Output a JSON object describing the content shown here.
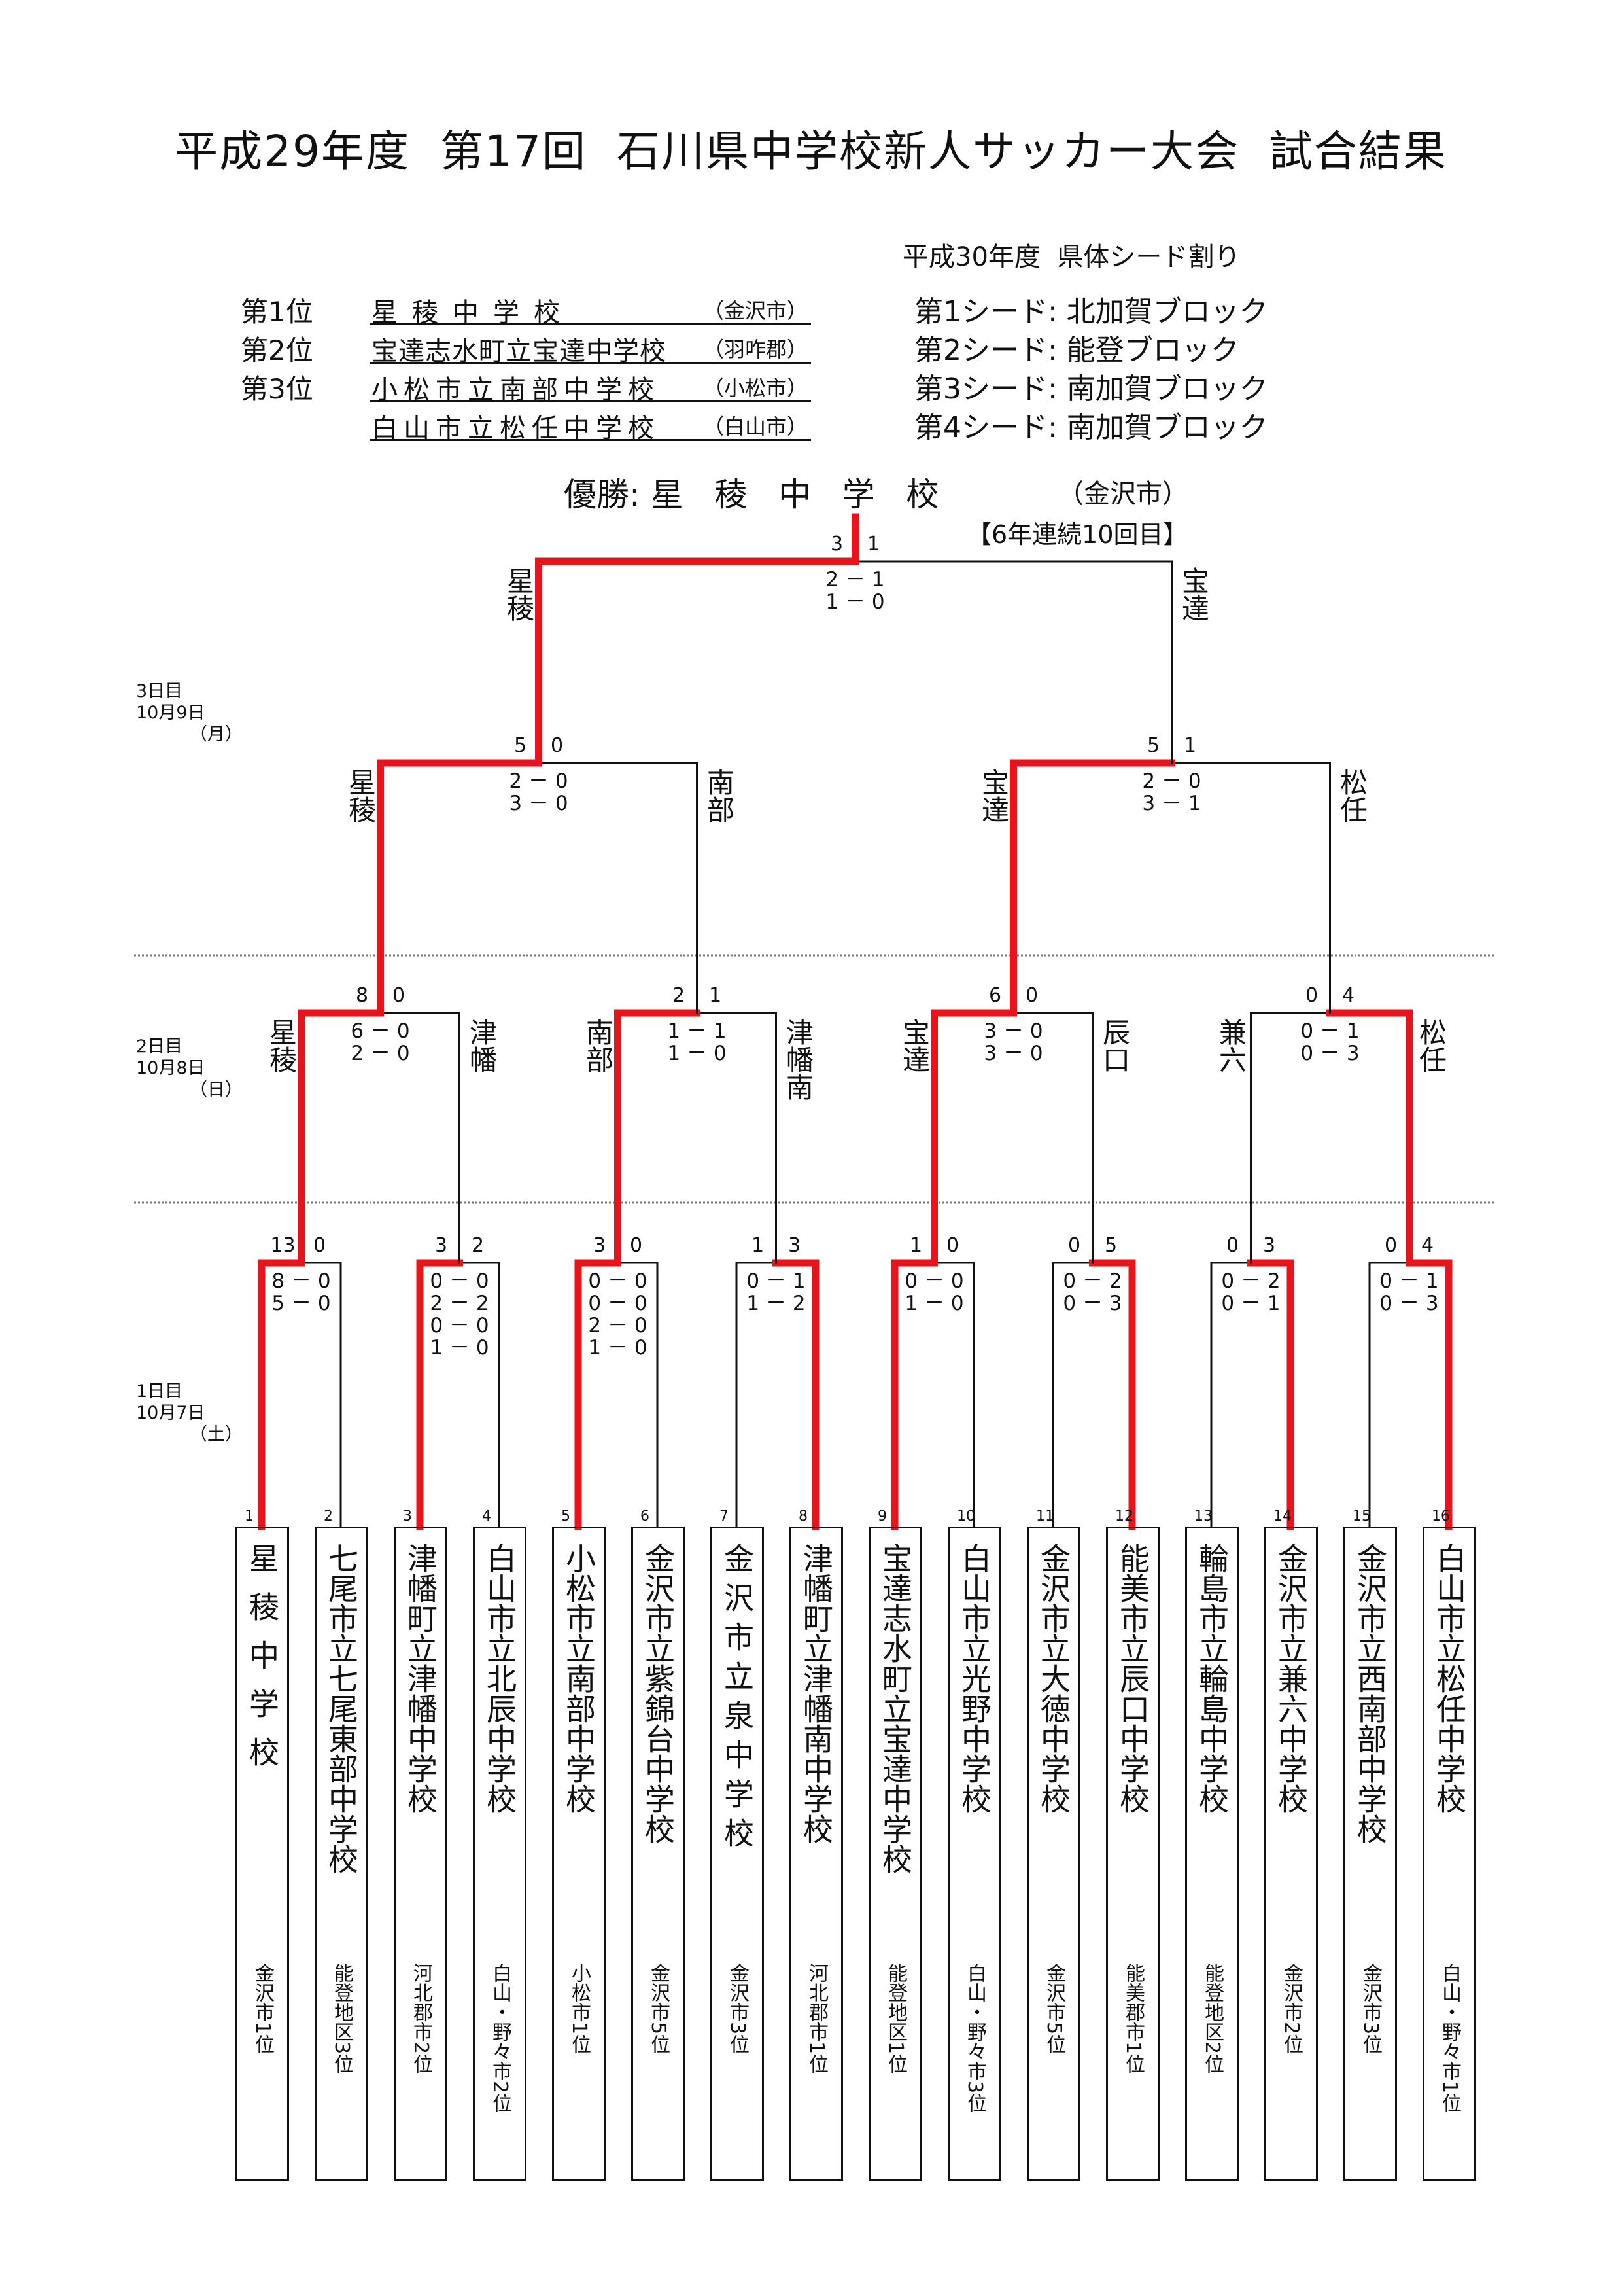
{
  "title": "平成29年度  第17回  石川県中学校新人サッカー大会  試合結果",
  "rankings": [
    {
      "label": "第1位",
      "name": "星稜中学校",
      "city": "（金沢市）"
    },
    {
      "label": "第2位",
      "name": "宝達志水町立宝達中学校",
      "city": "（羽咋郡）"
    },
    {
      "label": "第3位",
      "name": "小松市立南部中学校",
      "city": "（小松市）"
    },
    {
      "label": "",
      "name": "白山市立松任中学校",
      "city": "（白山市）"
    }
  ],
  "seeds": {
    "heading": "平成30年度  県体シード割り",
    "items": [
      "第1シード: 北加賀ブロック",
      "第2シード: 能登ブロック",
      "第3シード: 南加賀ブロック",
      "第4シード: 南加賀ブロック"
    ]
  },
  "winner": {
    "label": "優勝: 星   稜   中   学   校",
    "city": "（金沢市）",
    "streak": "【6年連続10回目】"
  },
  "days": [
    {
      "day": "3日目",
      "date": "10月9日",
      "dow": "（月）"
    },
    {
      "day": "2日目",
      "date": "10月8日",
      "dow": "（日）"
    },
    {
      "day": "1日目",
      "date": "10月7日",
      "dow": "（土）"
    }
  ],
  "teams": [
    {
      "num": "1",
      "name": "星稜中学校",
      "rank": "金沢市1位"
    },
    {
      "num": "2",
      "name": "七尾市立七尾東部中学校",
      "rank": "能登地区3位"
    },
    {
      "num": "3",
      "name": "津幡町立津幡中学校",
      "rank": "河北郡市2位"
    },
    {
      "num": "4",
      "name": "白山市立北辰中学校",
      "rank": "白山・野々市2位"
    },
    {
      "num": "5",
      "name": "小松市立南部中学校",
      "rank": "小松市1位"
    },
    {
      "num": "6",
      "name": "金沢市立紫錦台中学校",
      "rank": "金沢市5位"
    },
    {
      "num": "7",
      "name": "金沢市立泉中学校",
      "rank": "金沢市3位"
    },
    {
      "num": "8",
      "name": "津幡町立津幡南中学校",
      "rank": "河北郡市1位"
    },
    {
      "num": "9",
      "name": "宝達志水町立宝達中学校",
      "rank": "能登地区1位"
    },
    {
      "num": "10",
      "name": "白山市立光野中学校",
      "rank": "白山・野々市3位"
    },
    {
      "num": "11",
      "name": "金沢市立大徳中学校",
      "rank": "金沢市5位"
    },
    {
      "num": "12",
      "name": "能美市立辰口中学校",
      "rank": "能美郡市1位"
    },
    {
      "num": "13",
      "name": "輪島市立輪島中学校",
      "rank": "能登地区2位"
    },
    {
      "num": "14",
      "name": "金沢市立兼六中学校",
      "rank": "金沢市2位"
    },
    {
      "num": "15",
      "name": "金沢市立西南部中学校",
      "rank": "金沢市3位"
    },
    {
      "num": "16",
      "name": "白山市立松任中学校",
      "rank": "白山・野々市1位"
    }
  ],
  "round1": [
    {
      "a": "13",
      "b": "0",
      "subs": [
        "8 － 0",
        "5 － 0"
      ]
    },
    {
      "a": "3",
      "b": "2",
      "subs": [
        "0 － 0",
        "2 － 2",
        "0 － 0",
        "1 － 0"
      ]
    },
    {
      "a": "3",
      "b": "0",
      "subs": [
        "0 － 0",
        "0 － 0",
        "2 － 0",
        "1 － 0"
      ]
    },
    {
      "a": "1",
      "b": "3",
      "subs": [
        "0 － 1",
        "1 － 2"
      ]
    },
    {
      "a": "1",
      "b": "0",
      "subs": [
        "0 － 0",
        "1 － 0"
      ]
    },
    {
      "a": "0",
      "b": "5",
      "subs": [
        "0 － 2",
        "0 － 3"
      ]
    },
    {
      "a": "0",
      "b": "3",
      "subs": [
        "0 － 2",
        "0 － 1"
      ]
    },
    {
      "a": "0",
      "b": "4",
      "subs": [
        "0 － 1",
        "0 － 3"
      ]
    }
  ],
  "round2": [
    {
      "left": "星稜",
      "right": "津幡",
      "a": "8",
      "b": "0",
      "subs": [
        "6 － 0",
        "2 － 0"
      ]
    },
    {
      "left": "南部",
      "right": "津幡南",
      "a": "2",
      "b": "1",
      "subs": [
        "1 － 1",
        "1 － 0"
      ]
    },
    {
      "left": "宝達",
      "right": "辰口",
      "a": "6",
      "b": "0",
      "subs": [
        "3 － 0",
        "3 － 0"
      ]
    },
    {
      "left": "兼六",
      "right": "松任",
      "a": "0",
      "b": "4",
      "subs": [
        "0 － 1",
        "0 － 3"
      ]
    }
  ],
  "round3": [
    {
      "left": "星稜",
      "right": "南部",
      "a": "5",
      "b": "0",
      "subs": [
        "2 － 0",
        "3 － 0"
      ]
    },
    {
      "left": "宝達",
      "right": "松任",
      "a": "5",
      "b": "1",
      "subs": [
        "2 － 0",
        "3 － 1"
      ]
    }
  ],
  "final": {
    "left": "星稜",
    "right": "宝達",
    "a": "3",
    "b": "1",
    "subs": [
      "2 － 1",
      "1 － 0"
    ]
  },
  "colors": {
    "win": "#e8141b",
    "line": "#111111"
  }
}
